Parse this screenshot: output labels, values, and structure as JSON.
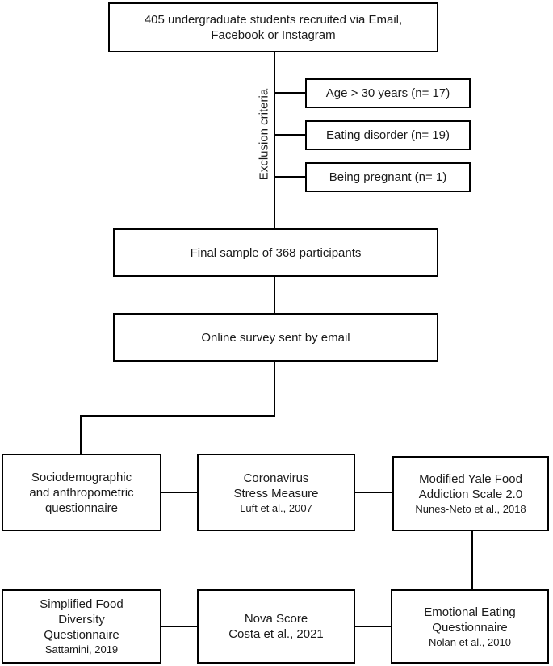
{
  "diagram": {
    "type": "flowchart",
    "background_color": "#ffffff",
    "line_color": "#000000",
    "exclusion_label": "Exclusion criteria",
    "nodes": {
      "recruited": {
        "lines": [
          "405 undergraduate students recruited via Email,",
          "Facebook or Instagram"
        ]
      },
      "exclusion_age": {
        "lines": [
          "Age > 30 years (n= 17)"
        ]
      },
      "exclusion_eating_disorder": {
        "lines": [
          "Eating disorder (n= 19)"
        ]
      },
      "exclusion_pregnant": {
        "lines": [
          "Being pregnant (n= 1)"
        ]
      },
      "final_sample": {
        "lines": [
          "Final sample of 368 participants"
        ]
      },
      "online_survey": {
        "lines": [
          "Online survey sent by email"
        ]
      },
      "sociodemographic": {
        "lines": [
          "Sociodemographic",
          "and anthropometric",
          "questionnaire"
        ]
      },
      "coronavirus_stress": {
        "lines": [
          "Coronavirus",
          "Stress Measure"
        ],
        "citation": "Luft et al., 2007"
      },
      "yale_food_addiction": {
        "lines": [
          "Modified Yale Food",
          "Addiction Scale 2.0"
        ],
        "citation": "Nunes-Neto et al., 2018"
      },
      "simplified_food_diversity": {
        "lines": [
          "Simplified Food",
          "Diversity",
          "Questionnaire"
        ],
        "citation": "Sattamini, 2019"
      },
      "nova_score": {
        "lines": [
          "Nova Score",
          "Costa et al., 2021"
        ]
      },
      "emotional_eating": {
        "lines": [
          "Emotional Eating",
          "Questionnaire"
        ],
        "citation": "Nolan et al., 2010"
      }
    }
  }
}
